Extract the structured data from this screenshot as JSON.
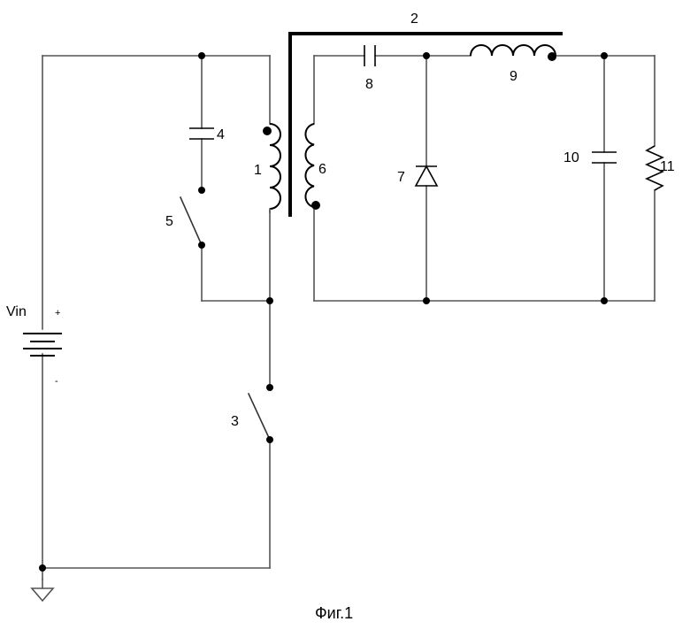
{
  "figure_caption": "Фиг.1",
  "components": {
    "transformer_core": "2",
    "primary_winding": "1",
    "switch_main": "3",
    "capacitor_snubber": "4",
    "switch_aux": "5",
    "secondary_winding": "6",
    "diode": "7",
    "capacitor_series": "8",
    "output_inductor": "9",
    "output_capacitor": "10",
    "load_resistor": "11"
  },
  "source": {
    "label": "Vin",
    "plus": "+",
    "minus": "-"
  }
}
